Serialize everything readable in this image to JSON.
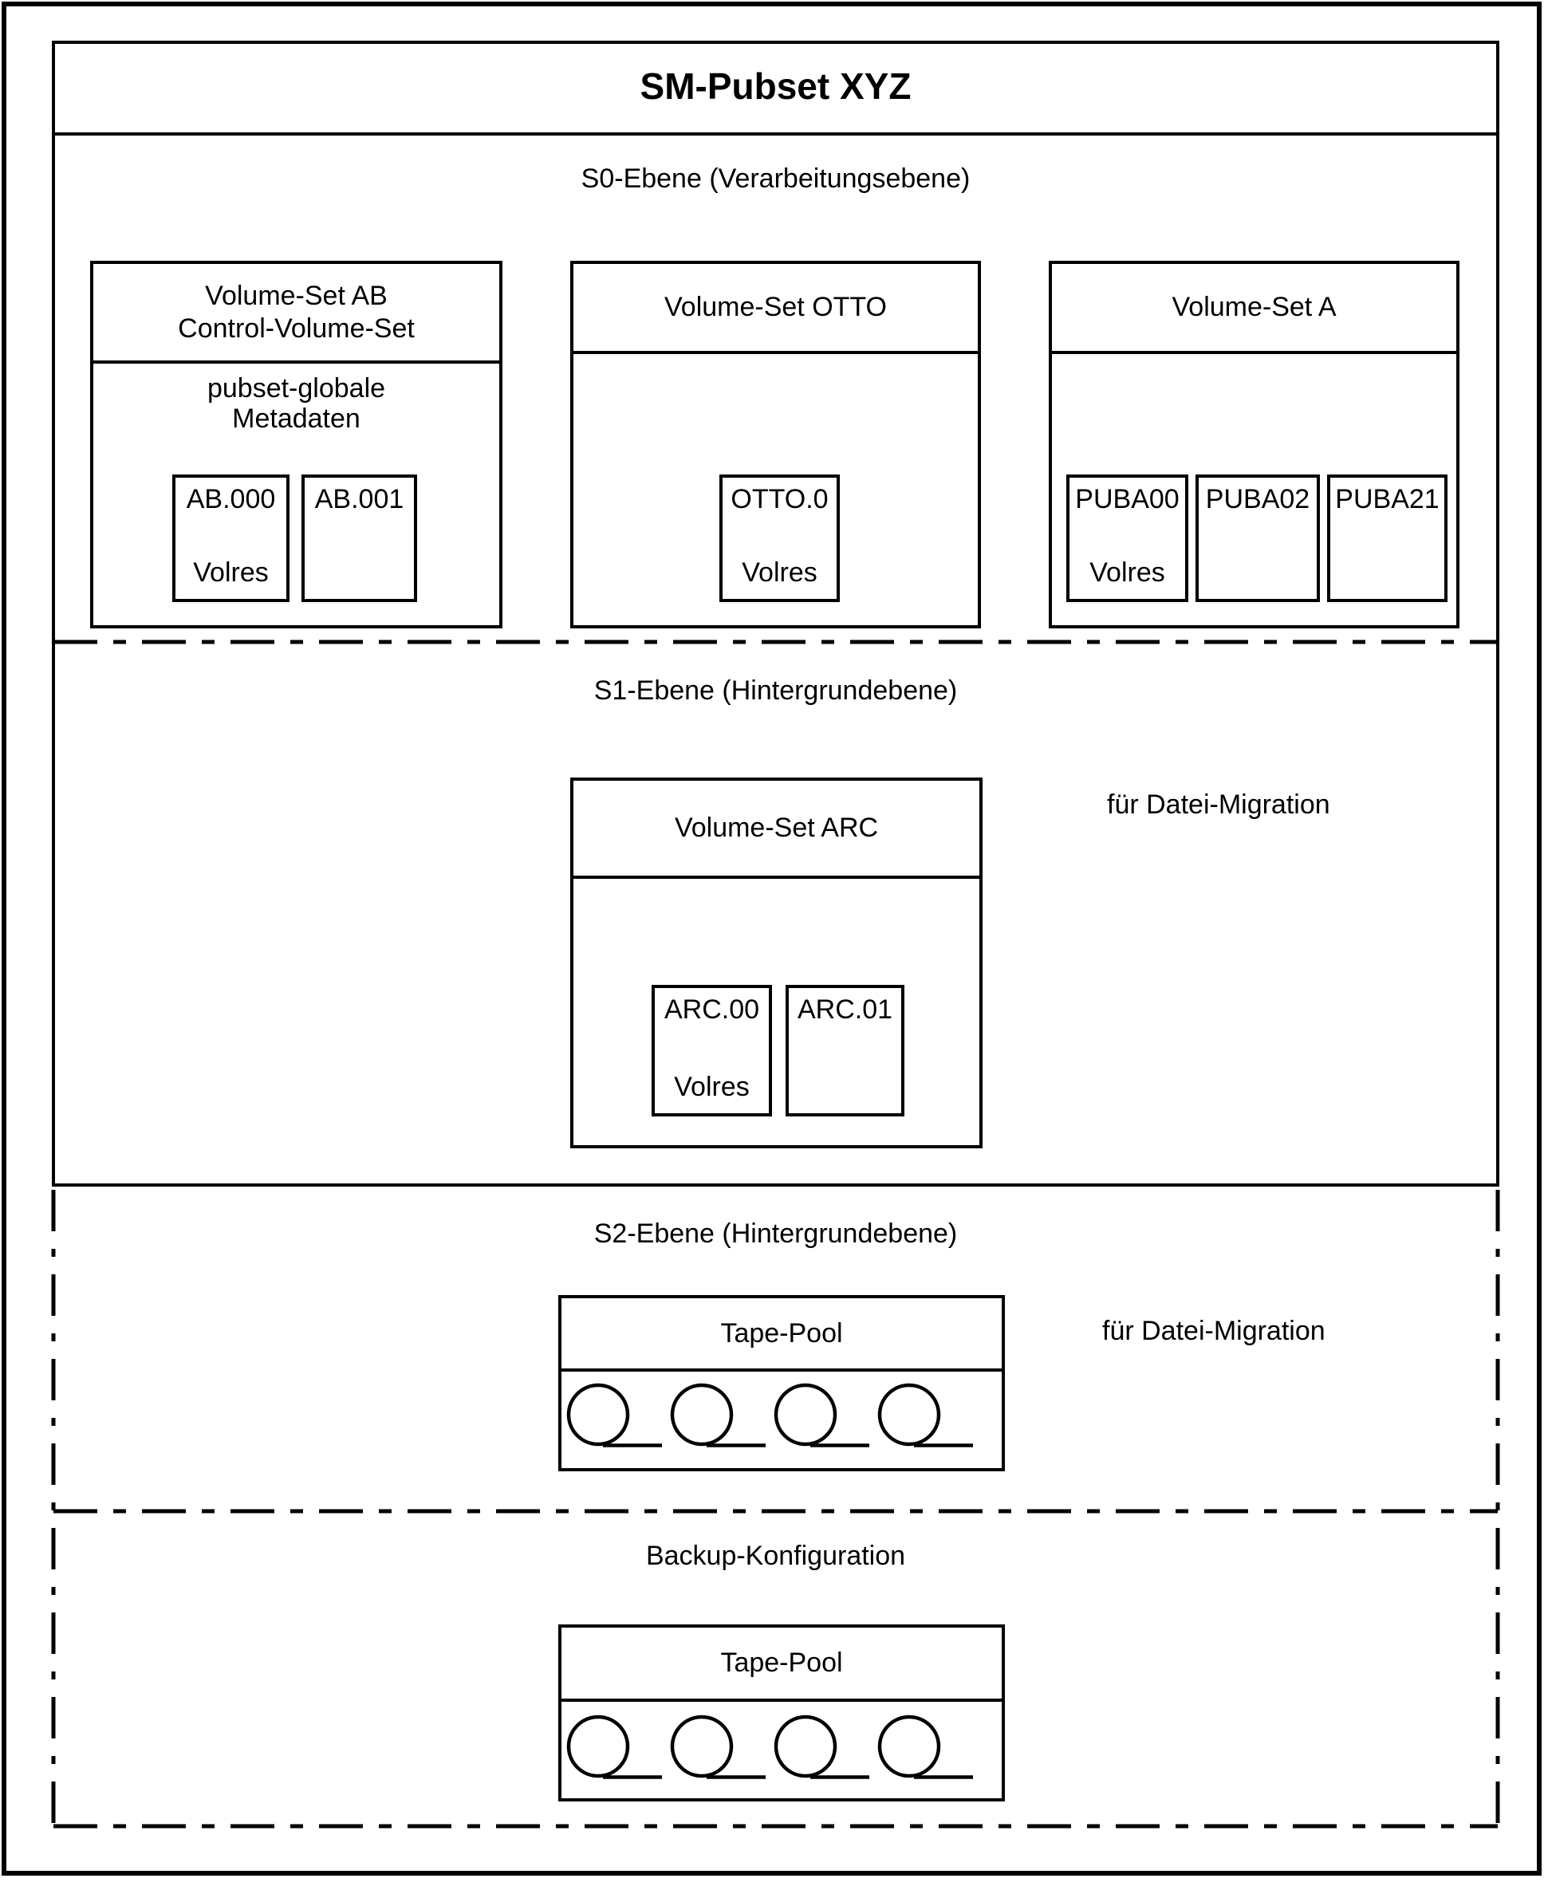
{
  "title": "SM-Pubset XYZ",
  "s0": {
    "label": "S0-Ebene (Verarbeitungsebene)",
    "volume_set_ab": {
      "name": "Volume-Set AB",
      "subtitle": "Control-Volume-Set",
      "body": [
        "pubset-globale",
        "Metadaten"
      ],
      "volumes": [
        {
          "id": "AB.000",
          "note": "Volres"
        },
        {
          "id": "AB.001",
          "note": ""
        }
      ]
    },
    "volume_set_otto": {
      "name": "Volume-Set OTTO",
      "volumes": [
        {
          "id": "OTTO.0",
          "note": "Volres"
        }
      ]
    },
    "volume_set_a": {
      "name": "Volume-Set A",
      "volumes": [
        {
          "id": "PUBA00",
          "note": "Volres"
        },
        {
          "id": "PUBA02",
          "note": ""
        },
        {
          "id": "PUBA21",
          "note": ""
        }
      ]
    }
  },
  "s1": {
    "label": "S1-Ebene (Hintergrundebene)",
    "annotation": "für Datei-Migration",
    "volume_set_arc": {
      "name": "Volume-Set ARC",
      "volumes": [
        {
          "id": "ARC.00",
          "note": "Volres"
        },
        {
          "id": "ARC.01",
          "note": ""
        }
      ]
    }
  },
  "s2": {
    "label": "S2-Ebene (Hintergrundebene)",
    "annotation": "für Datei-Migration",
    "tape_pool": {
      "name": "Tape-Pool",
      "reel_count": 4
    }
  },
  "backup": {
    "label": "Backup-Konfiguration",
    "tape_pool": {
      "name": "Tape-Pool",
      "reel_count": 4
    }
  },
  "colors": {
    "line": "#000000",
    "background": "#ffffff"
  }
}
